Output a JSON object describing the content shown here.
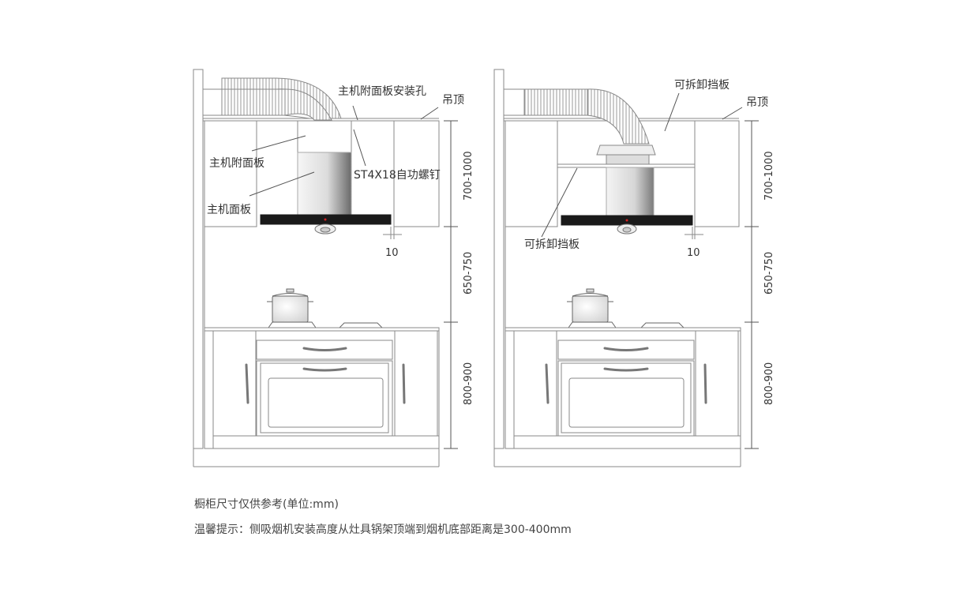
{
  "left_diagram": {
    "labels": {
      "panel_hole": "主机附面板安装孔",
      "ceiling": "吊顶",
      "attach_panel": "主机附面板",
      "screw": "ST4X18自功螺钉",
      "main_panel": "主机面板"
    },
    "dims": {
      "gap": "10",
      "upper": "700-1000",
      "middle": "650-750",
      "lower": "800-900"
    }
  },
  "right_diagram": {
    "labels": {
      "baffle_top": "可拆卸挡板",
      "ceiling": "吊顶",
      "baffle_bottom": "可拆卸挡板"
    },
    "dims": {
      "gap": "10",
      "upper": "700-1000",
      "middle": "650-750",
      "lower": "800-900"
    }
  },
  "notes": {
    "size_note": "橱柜尺寸仅供参考(单位:mm)",
    "tip": "温馨提示：侧吸烟机安装高度从灶具锅架顶端到烟机底部距离是300-400mm"
  },
  "colors": {
    "line": "#8a8a8a",
    "dark_line": "#555555",
    "hood_bar": "#1a1a1a",
    "indicator": "#d22222"
  }
}
